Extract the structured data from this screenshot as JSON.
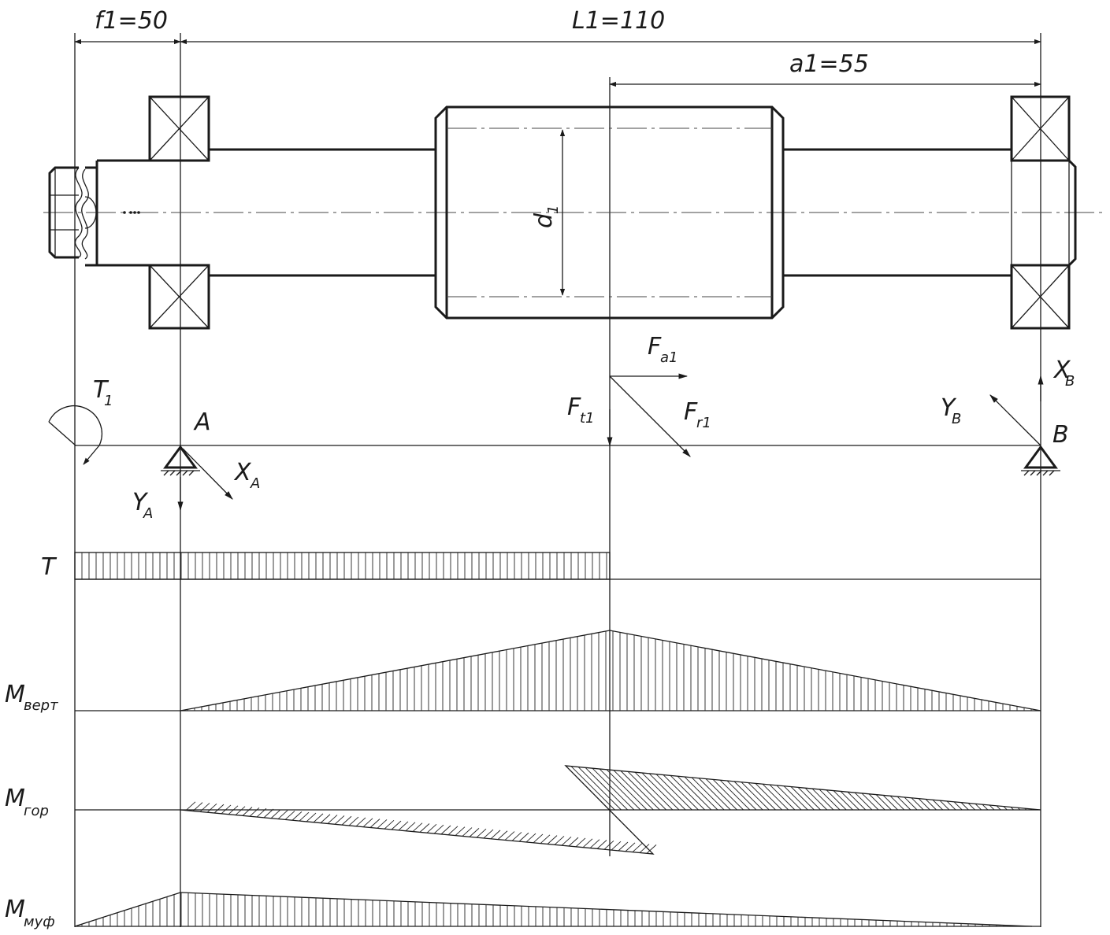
{
  "dimensions": {
    "f1": "f1=50",
    "L1": "L1=110",
    "a1": "a1=55",
    "d1": {
      "main": "d",
      "sub": "1"
    }
  },
  "supports": {
    "A": "A",
    "B": "B"
  },
  "forces": {
    "T1": {
      "main": "T",
      "sub": "1"
    },
    "Fa1": {
      "main": "F",
      "sub": "a1"
    },
    "Ft1": {
      "main": "F",
      "sub": "t1"
    },
    "Fr1": {
      "main": "F",
      "sub": "r1"
    },
    "XA": {
      "main": "X",
      "sub": "A"
    },
    "YA": {
      "main": "Y",
      "sub": "A"
    },
    "XB": {
      "main": "X",
      "sub": "B"
    },
    "YB": {
      "main": "Y",
      "sub": "B"
    }
  },
  "diagrams": {
    "T": {
      "main": "T",
      "sub": ""
    },
    "Mvert": {
      "main": "M",
      "sub": "верт"
    },
    "Mgor": {
      "main": "M",
      "sub": "гор"
    },
    "Mmuf": {
      "main": "M",
      "sub": "муф"
    }
  },
  "colors": {
    "line": "#1a1a1a",
    "background": "#ffffff"
  }
}
